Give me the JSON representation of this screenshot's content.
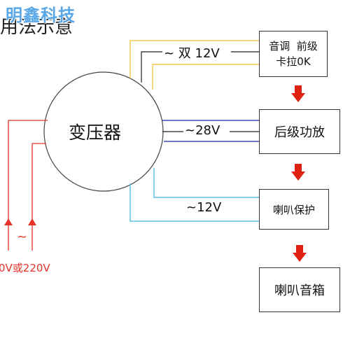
{
  "watermark": "明鑫科技",
  "title_fragment": "用法示意",
  "transformer": {
    "label": "变压器"
  },
  "blocks": {
    "tone_preamp": {
      "line1": "音调  前级",
      "line2": "卡拉0K"
    },
    "power_amp": {
      "label": "后级功放"
    },
    "speaker_protect": {
      "label": "喇叭保护"
    },
    "speaker_box": {
      "label": "喇叭音箱"
    }
  },
  "voltages": {
    "dual_12v": "~ 双 12V",
    "v28": "~28V",
    "v12": "~12V",
    "ac_symbol": "~",
    "mains": "0V或220V"
  },
  "colors": {
    "yellow_wire": "#f2c94c",
    "blue_wire": "#3b4fb5",
    "cyan_wire": "#5cc1e8",
    "red_wire": "#e8342a",
    "arrow_red": "#e02010",
    "box_border": "#333333",
    "dark_line": "#222222"
  }
}
